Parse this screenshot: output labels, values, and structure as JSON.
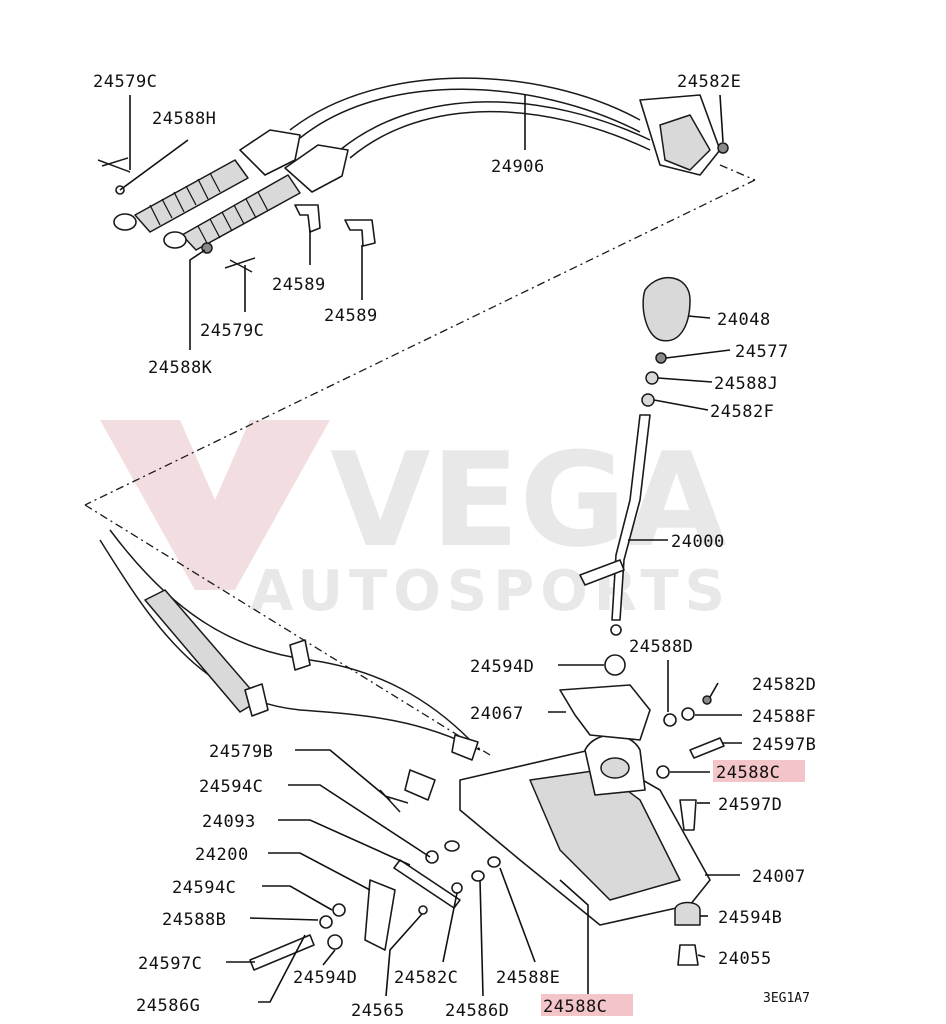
{
  "watermark": {
    "brand": "VEGA",
    "tagline": "AUTOSPORTS"
  },
  "diagram_code": "3EG1A7",
  "part_labels": [
    {
      "id": "24579C_top",
      "text": "24579C",
      "highlight": false
    },
    {
      "id": "24588H",
      "text": "24588H",
      "highlight": false
    },
    {
      "id": "24582E",
      "text": "24582E",
      "highlight": false
    },
    {
      "id": "24906",
      "text": "24906",
      "highlight": false
    },
    {
      "id": "24589_a",
      "text": "24589",
      "highlight": false
    },
    {
      "id": "24589_b",
      "text": "24589",
      "highlight": false
    },
    {
      "id": "24579C_mid",
      "text": "24579C",
      "highlight": false
    },
    {
      "id": "24588K",
      "text": "24588K",
      "highlight": false
    },
    {
      "id": "24048",
      "text": "24048",
      "highlight": false
    },
    {
      "id": "24577",
      "text": "24577",
      "highlight": false
    },
    {
      "id": "24588J",
      "text": "24588J",
      "highlight": false
    },
    {
      "id": "24582F",
      "text": "24582F",
      "highlight": false
    },
    {
      "id": "24000",
      "text": "24000",
      "highlight": false
    },
    {
      "id": "24588D_top",
      "text": "24588D",
      "highlight": false
    },
    {
      "id": "24594D_top",
      "text": "24594D",
      "highlight": false
    },
    {
      "id": "24582D",
      "text": "24582D",
      "highlight": false
    },
    {
      "id": "24067",
      "text": "24067",
      "highlight": false
    },
    {
      "id": "24588F",
      "text": "24588F",
      "highlight": false
    },
    {
      "id": "24597B",
      "text": "24597B",
      "highlight": false
    },
    {
      "id": "24579B",
      "text": "24579B",
      "highlight": false
    },
    {
      "id": "24588C_right",
      "text": "24588C",
      "highlight": true
    },
    {
      "id": "24594C_a",
      "text": "24594C",
      "highlight": false
    },
    {
      "id": "24597D",
      "text": "24597D",
      "highlight": false
    },
    {
      "id": "24093",
      "text": "24093",
      "highlight": false
    },
    {
      "id": "24200",
      "text": "24200",
      "highlight": false
    },
    {
      "id": "24007",
      "text": "24007",
      "highlight": false
    },
    {
      "id": "24594C_b",
      "text": "24594C",
      "highlight": false
    },
    {
      "id": "24594B",
      "text": "24594B",
      "highlight": false
    },
    {
      "id": "24588B",
      "text": "24588B",
      "highlight": false
    },
    {
      "id": "24597C",
      "text": "24597C",
      "highlight": false
    },
    {
      "id": "24055",
      "text": "24055",
      "highlight": false
    },
    {
      "id": "24594D_bot",
      "text": "24594D",
      "highlight": false
    },
    {
      "id": "24582C",
      "text": "24582C",
      "highlight": false
    },
    {
      "id": "24588E",
      "text": "24588E",
      "highlight": false
    },
    {
      "id": "24586G",
      "text": "24586G",
      "highlight": false
    },
    {
      "id": "24565",
      "text": "24565",
      "highlight": false
    },
    {
      "id": "24586D",
      "text": "24586D",
      "highlight": false
    },
    {
      "id": "24588C_bottom",
      "text": "24588C",
      "highlight": true
    }
  ],
  "colors": {
    "highlight": "#f3c4c8",
    "watermark_accent": "#e8c3c6",
    "ink": "#111111"
  }
}
